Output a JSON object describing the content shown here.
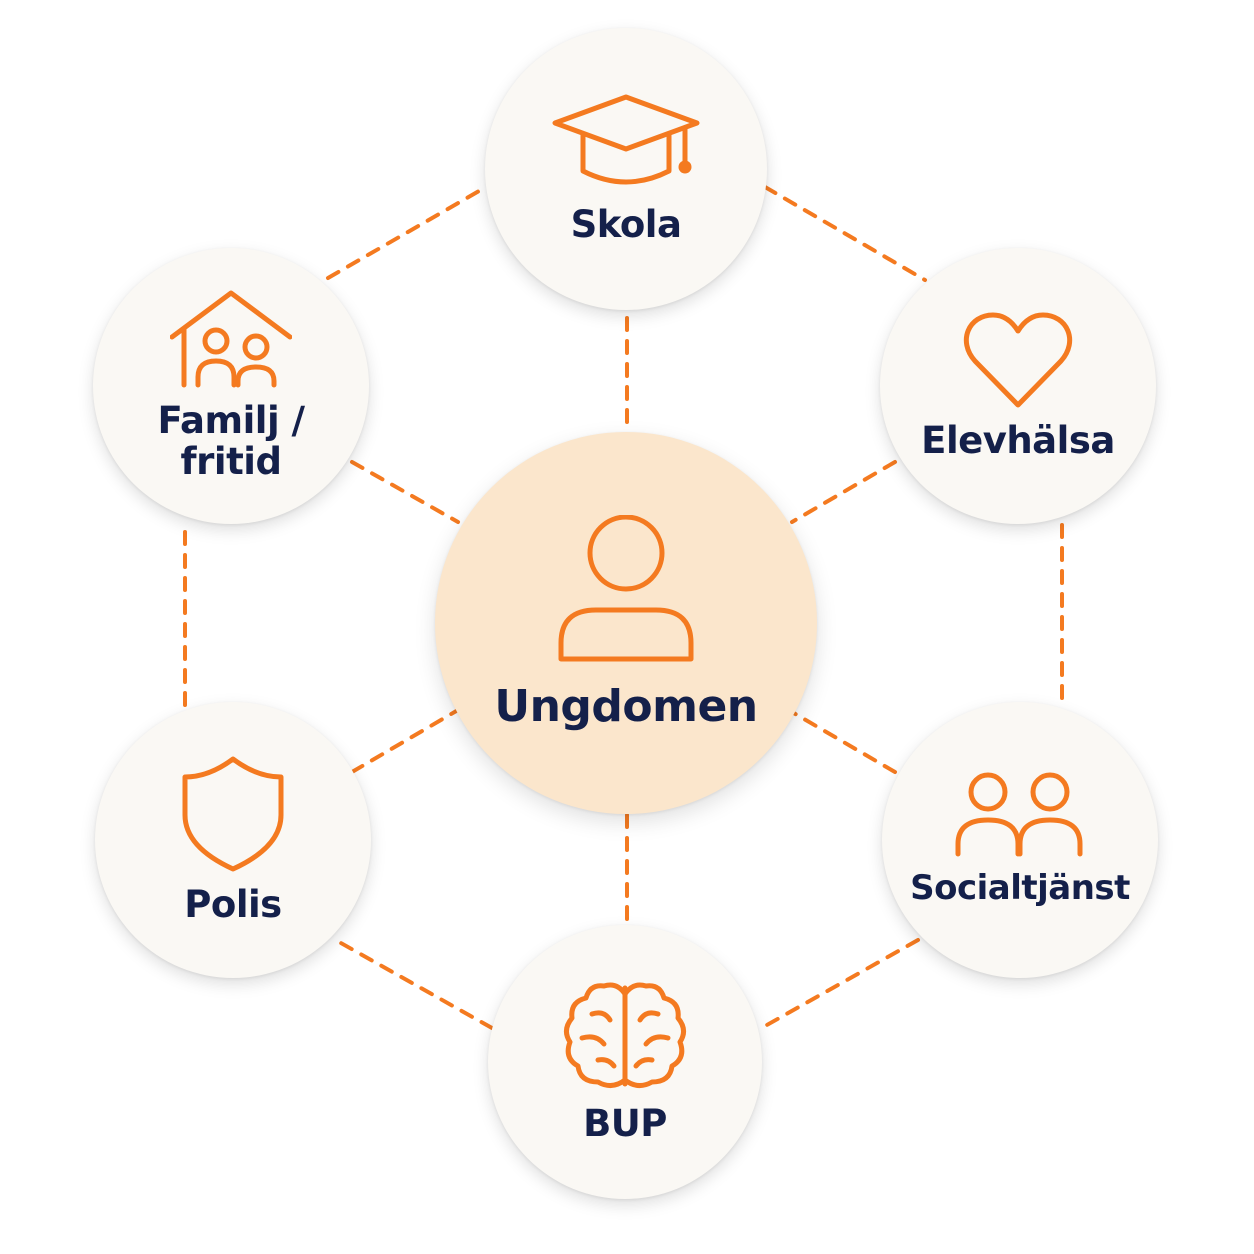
{
  "colors": {
    "accent": "#f47a20",
    "text": "#14204a",
    "node_bg": "#faf8f4",
    "center_bg": "#fbe6cc"
  },
  "center": {
    "label": "Ungdomen",
    "icon": "person-icon"
  },
  "nodes": [
    {
      "label": "Skola",
      "icon": "graduation-cap-icon"
    },
    {
      "label": "Elevhälsa",
      "icon": "heart-icon"
    },
    {
      "label": "Socialtjänst",
      "icon": "people-icon"
    },
    {
      "label": "BUP",
      "icon": "brain-icon"
    },
    {
      "label": "Polis",
      "icon": "shield-icon"
    },
    {
      "label": "Familj /\nfritid",
      "icon": "house-family-icon"
    }
  ]
}
